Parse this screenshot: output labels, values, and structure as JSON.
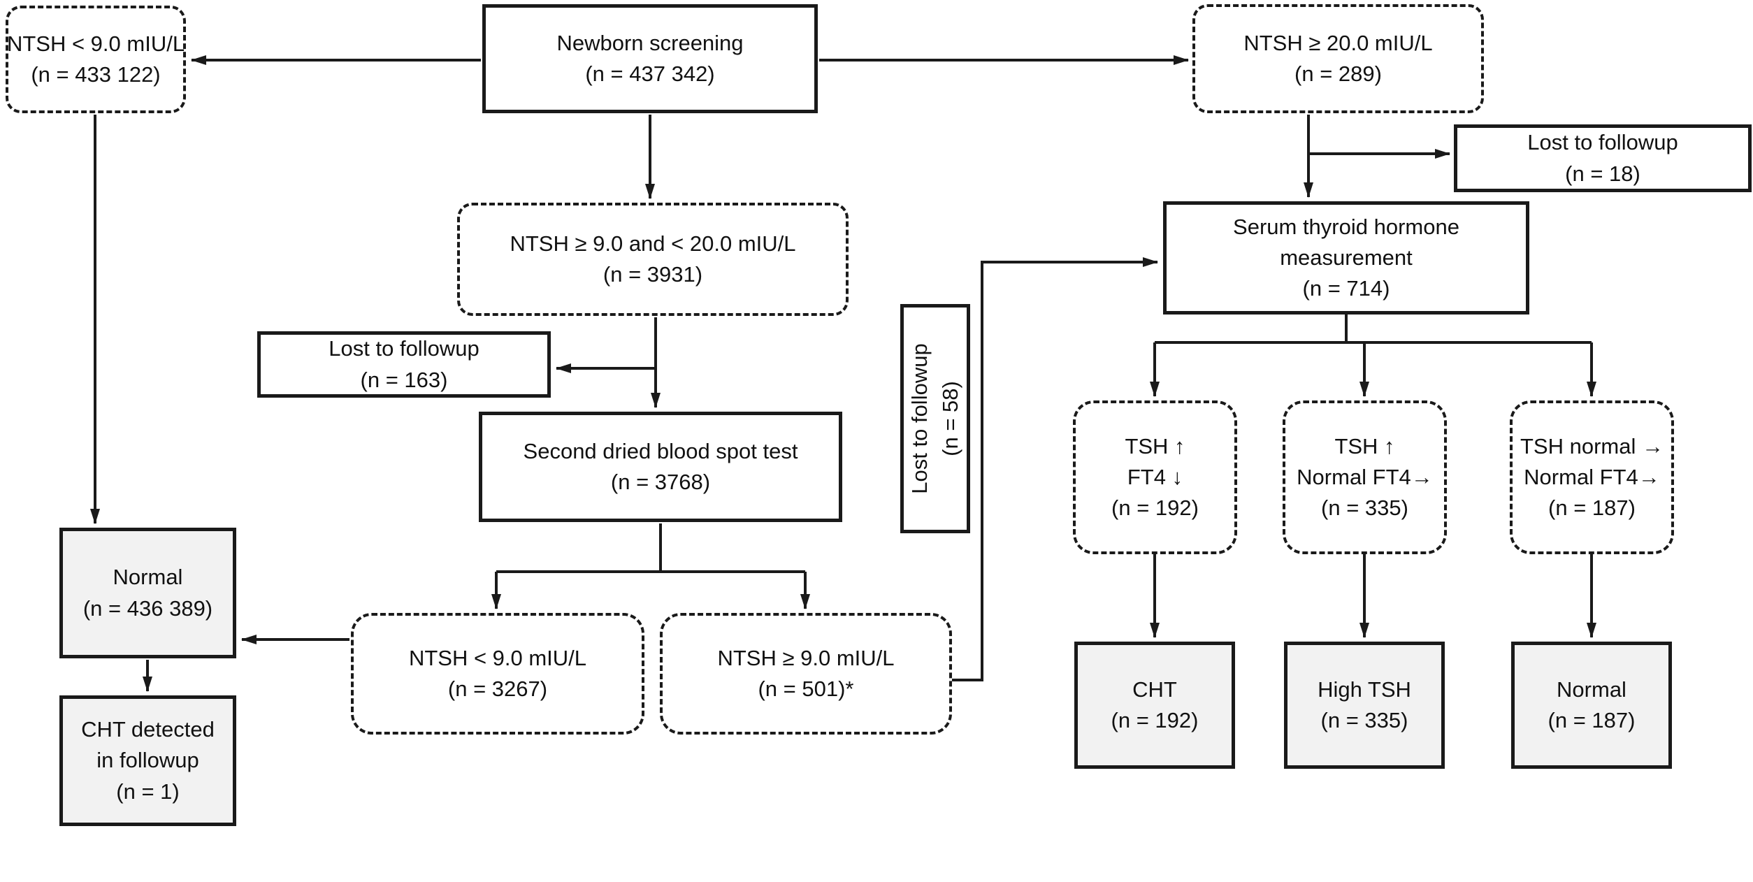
{
  "diagram": {
    "title": "Newborn screening flowchart for congenital hypothyroidism",
    "colors": {
      "line": "#1a1a1a",
      "box_fill_white": "#ffffff",
      "box_fill_gray": "#f2f2f2",
      "background": "#ffffff"
    },
    "nodes": {
      "newborn": {
        "line1": "Newborn screening",
        "line2": "(n = 437 342)"
      },
      "ntsh_lt9": {
        "line1": "NTSH < 9.0 mIU/L",
        "line2": "(n = 433 122)"
      },
      "ntsh_ge20": {
        "line1": "NTSH ≥ 20.0 mIU/L",
        "line2": "(n = 289)"
      },
      "lost18": {
        "line1": "Lost to followup",
        "line2": "(n = 18)"
      },
      "ntsh_9_20": {
        "line1": "NTSH ≥ 9.0 and < 20.0 mIU/L",
        "line2": "(n = 3931)"
      },
      "lost163": {
        "line1": "Lost to followup",
        "line2": "(n = 163)"
      },
      "second_test": {
        "line1": "Second dried blood spot test",
        "line2": "(n = 3768)"
      },
      "lost58": {
        "line1": "Lost to followup",
        "line2": "(n = 58)"
      },
      "serum": {
        "line1": "Serum thyroid hormone",
        "line2": "measurement",
        "line3": "(n = 714)"
      },
      "normal_left": {
        "line1": "Normal",
        "line2": "(n = 436 389)"
      },
      "cht_followup": {
        "line1": "CHT detected",
        "line2": "in followup",
        "line3": "(n = 1)"
      },
      "ntsh_lt9_2nd": {
        "line1": "NTSH < 9.0 mIU/L",
        "line2": "(n = 3267)"
      },
      "ntsh_ge9_2nd": {
        "line1": "NTSH ≥ 9.0 mIU/L",
        "line2": "(n = 501)*"
      },
      "tsh_up_ft4_down": {
        "line1": "TSH ↑",
        "line2": "FT4 ↓",
        "line3": "(n = 192)"
      },
      "tsh_up_ft4_normal": {
        "line1": "TSH ↑",
        "line2": "Normal FT4→",
        "line3": "(n = 335)"
      },
      "tsh_norm_ft4_normal": {
        "line1": "TSH normal →",
        "line2": "Normal FT4→",
        "line3": "(n = 187)"
      },
      "cht": {
        "line1": "CHT",
        "line2": "(n = 192)"
      },
      "high_tsh": {
        "line1": "High TSH",
        "line2": "(n = 335)"
      },
      "normal_right": {
        "line1": "Normal",
        "line2": "(n = 187)"
      }
    }
  }
}
